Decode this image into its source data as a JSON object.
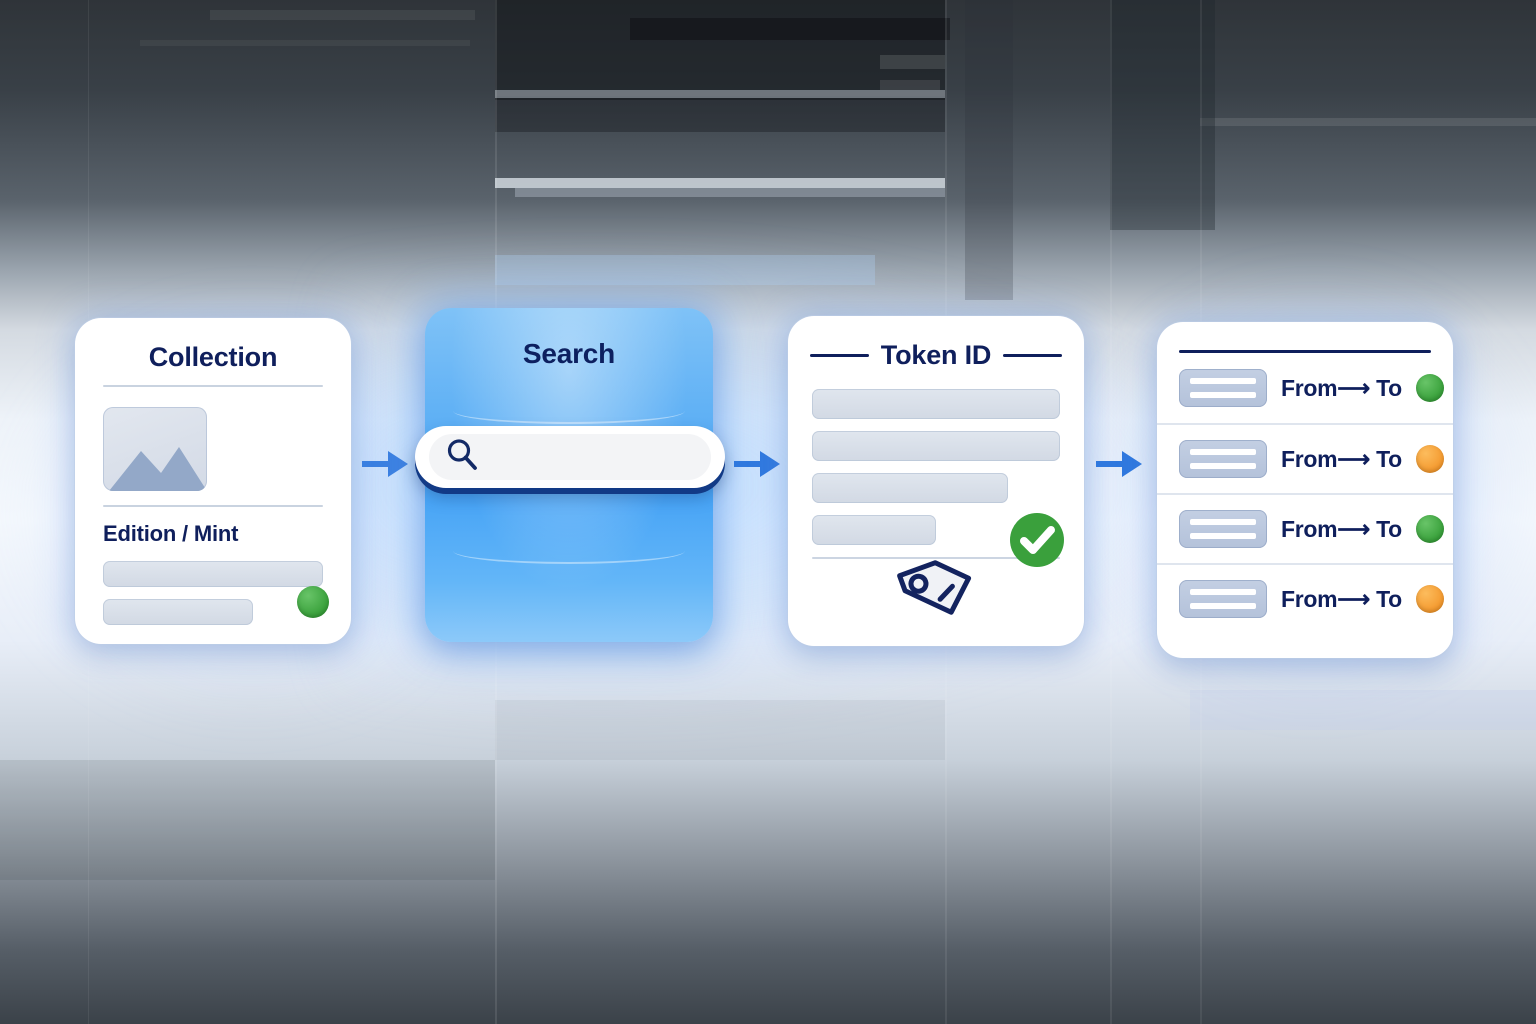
{
  "colors": {
    "ink": "#0f1f5c",
    "accent_blue": "#49a5f6",
    "status_green": "#38a03a",
    "status_orange": "#f4992e",
    "skeleton": "#d8dfe9",
    "thumb": "#b9c6dd"
  },
  "flow": {
    "arrow_icon": "arrow-right-icon",
    "connectors": [
      "collection-to-search",
      "search-to-token",
      "token-to-transfers"
    ]
  },
  "collection": {
    "title": "Collection",
    "image_placeholder_icon": "image-placeholder-icon",
    "section_label": "Edition / Mint",
    "skeleton_rows": 2,
    "status": "green"
  },
  "search": {
    "title": "Search",
    "icon": "magnifier-icon",
    "value": "",
    "placeholder": ""
  },
  "token": {
    "title": "Token ID",
    "skeleton_rows": 4,
    "verified_icon": "check-circle-icon",
    "verified": true,
    "tag_icon": "price-tag-icon"
  },
  "transfers": {
    "rows": [
      {
        "thumb_icon": "list-thumb-icon",
        "label": "From⟶ To",
        "status": "green"
      },
      {
        "thumb_icon": "list-thumb-icon",
        "label": "From⟶ To",
        "status": "orange"
      },
      {
        "thumb_icon": "list-thumb-icon",
        "label": "From⟶ To",
        "status": "green"
      },
      {
        "thumb_icon": "list-thumb-icon",
        "label": "From⟶ To",
        "status": "orange"
      }
    ]
  }
}
